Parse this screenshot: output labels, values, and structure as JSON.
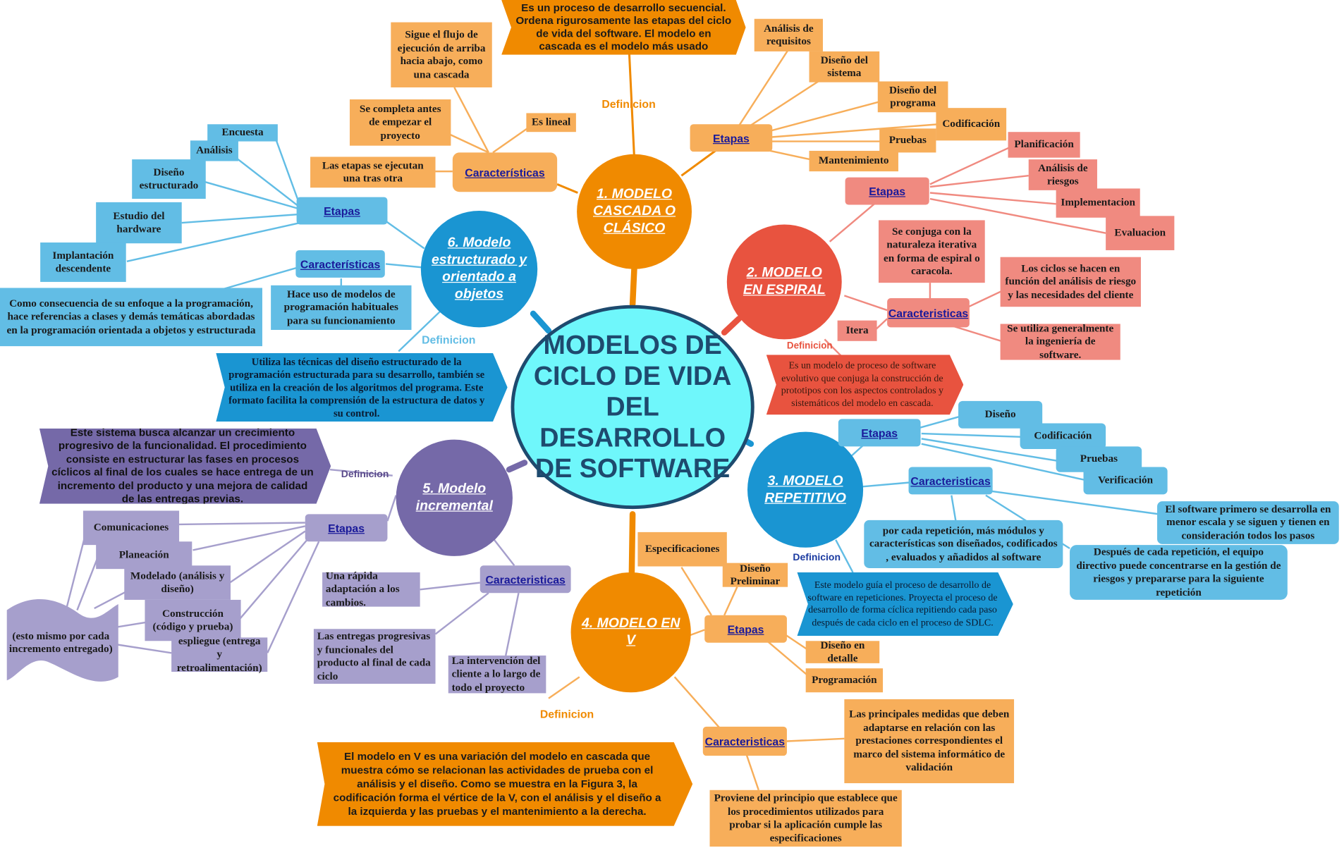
{
  "center": "MODELOS DE CICLO DE VIDA DEL DESARROLLO DE SOFTWARE",
  "colors": {
    "orange": "#f08a00",
    "red": "#e8533f",
    "blue": "#1a95d2",
    "purple": "#7569a8",
    "center": "#6ff7fb"
  },
  "m1": {
    "title": "1. MODELO CASCADA O CLÁSICO",
    "definicion_label": "Definicion",
    "definicion": "Es un proceso de desarrollo secuencial. Ordena rigurosamente las etapas del ciclo de vida del software. El modelo en cascada es el modelo más usado",
    "etapas_label": "Etapas",
    "etapas": [
      "Análisis de requisitos",
      "Diseño del sistema",
      "Diseño del programa",
      "Codificación",
      "Pruebas",
      "Mantenimiento"
    ],
    "car_label": "Características",
    "caracteristicas": [
      "Sigue el flujo de ejecución de arriba hacia abajo, como una cascada",
      "Se completa antes de empezar el proyecto",
      "Es lineal",
      "Las etapas se ejecutan una tras otra"
    ]
  },
  "m2": {
    "title": "2. MODELO EN ESPIRAL",
    "definicion_label": "Definicion",
    "definicion": "Es un modelo de proceso de software evolutivo que conjuga la construcción de prototipos con los aspectos controlados y sistemáticos del modelo en cascada.",
    "etapas_label": "Etapas",
    "etapas": [
      "Planificación",
      "Análisis de riesgos",
      "Implementacion",
      "Evaluacion"
    ],
    "car_label": "Caracteristicas",
    "caracteristicas": [
      "Se conjuga con la naturaleza iterativa en forma de espiral o caracola.",
      "Los ciclos se hacen en función del análisis de riesgo y las necesidades del cliente",
      "Se utiliza generalmente la ingeniería de software.",
      "Itera"
    ]
  },
  "m3": {
    "title": "3. MODELO REPETITIVO",
    "definicion_label": "Definicion",
    "definicion": "Este modelo guía el proceso de desarrollo de software en repeticiones. Proyecta el proceso de desarrollo de forma cíclica repitiendo cada paso después de cada ciclo en el proceso de SDLC.",
    "etapas_label": "Etapas",
    "etapas": [
      "Diseño",
      "Codificación",
      "Pruebas",
      "Verificación"
    ],
    "car_label": "Caracteristicas",
    "caracteristicas": [
      "por cada repetición, más módulos y características son diseñados, codificados , evaluados y añadidos al software",
      "El software primero se desarrolla en menor escala y se siguen y tienen en consideración todos los pasos",
      "Después de cada repetición, el equipo directivo puede concentrarse en la gestión de riesgos y prepararse para la siguiente repetición"
    ]
  },
  "m4": {
    "title": "4. MODELO EN V",
    "definicion_label": "Definicion",
    "definicion": "El modelo en V es una variación del modelo en cascada que muestra cómo se relacionan las actividades de prueba con el análisis y el diseño. Como se muestra en la Figura 3, la codificación forma el vértice de la V, con el análisis y el diseño a la izquierda y las pruebas y el mantenimiento a la derecha.",
    "etapas_label": "Etapas",
    "etapas": [
      "Especificaciones",
      "Diseño Preliminar",
      "Diseño en detalle",
      "Programación"
    ],
    "car_label": "Caracteristicas",
    "caracteristicas": [
      "Las principales medidas que deben adaptarse en relación con las prestaciones correspondientes el marco del sistema informático de validación",
      "Proviene del principio que establece que los procedimientos utilizados para probar si la aplicación cumple las especificaciones"
    ]
  },
  "m5": {
    "title": "5. Modelo incremental",
    "definicion_label": "Definicion",
    "definicion": "Este sistema busca alcanzar un crecimiento progresivo de la funcionalidad. El procedimiento consiste en estructurar las fases en procesos cíclicos al final de los cuales se hace entrega de un incremento del producto y una mejora de calidad de las entregas previas.",
    "etapas_label": "Etapas",
    "etapas": [
      "Comunicaciones",
      "Planeación",
      "Modelado (análisis y diseño)",
      "Construcción (código y prueba)",
      "espliegue (entrega y retroalimentación)",
      "(esto mismo por cada incremento entregado)"
    ],
    "car_label": "Caracteristicas",
    "caracteristicas": [
      "Una rápida adaptación a los cambios.",
      "Las entregas progresivas y funcionales del producto al final de cada ciclo",
      "La intervención del cliente a lo largo de todo el proyecto"
    ]
  },
  "m6": {
    "title": "6. Modelo estructurado y orientado a objetos",
    "definicion_label": "Definicion",
    "definicion": "Utiliza las técnicas del diseño estructurado de la programación estructurada para su desarrollo, también se utiliza en la creación de los algoritmos del programa. Este formato facilita la comprensión de la estructura de datos y su control.",
    "etapas_label": "Etapas",
    "etapas": [
      "Encuesta",
      "Análisis",
      "Diseño estructurado",
      "Estudio del hardware",
      "Implantación descendente"
    ],
    "car_label": "Características",
    "caracteristicas": [
      "Hace uso de modelos de programación habituales para su funcionamiento",
      "Como consecuencia de su enfoque a la programación, hace referencias a clases y demás temáticas abordadas en la programación orientada a objetos y estructurada"
    ]
  }
}
